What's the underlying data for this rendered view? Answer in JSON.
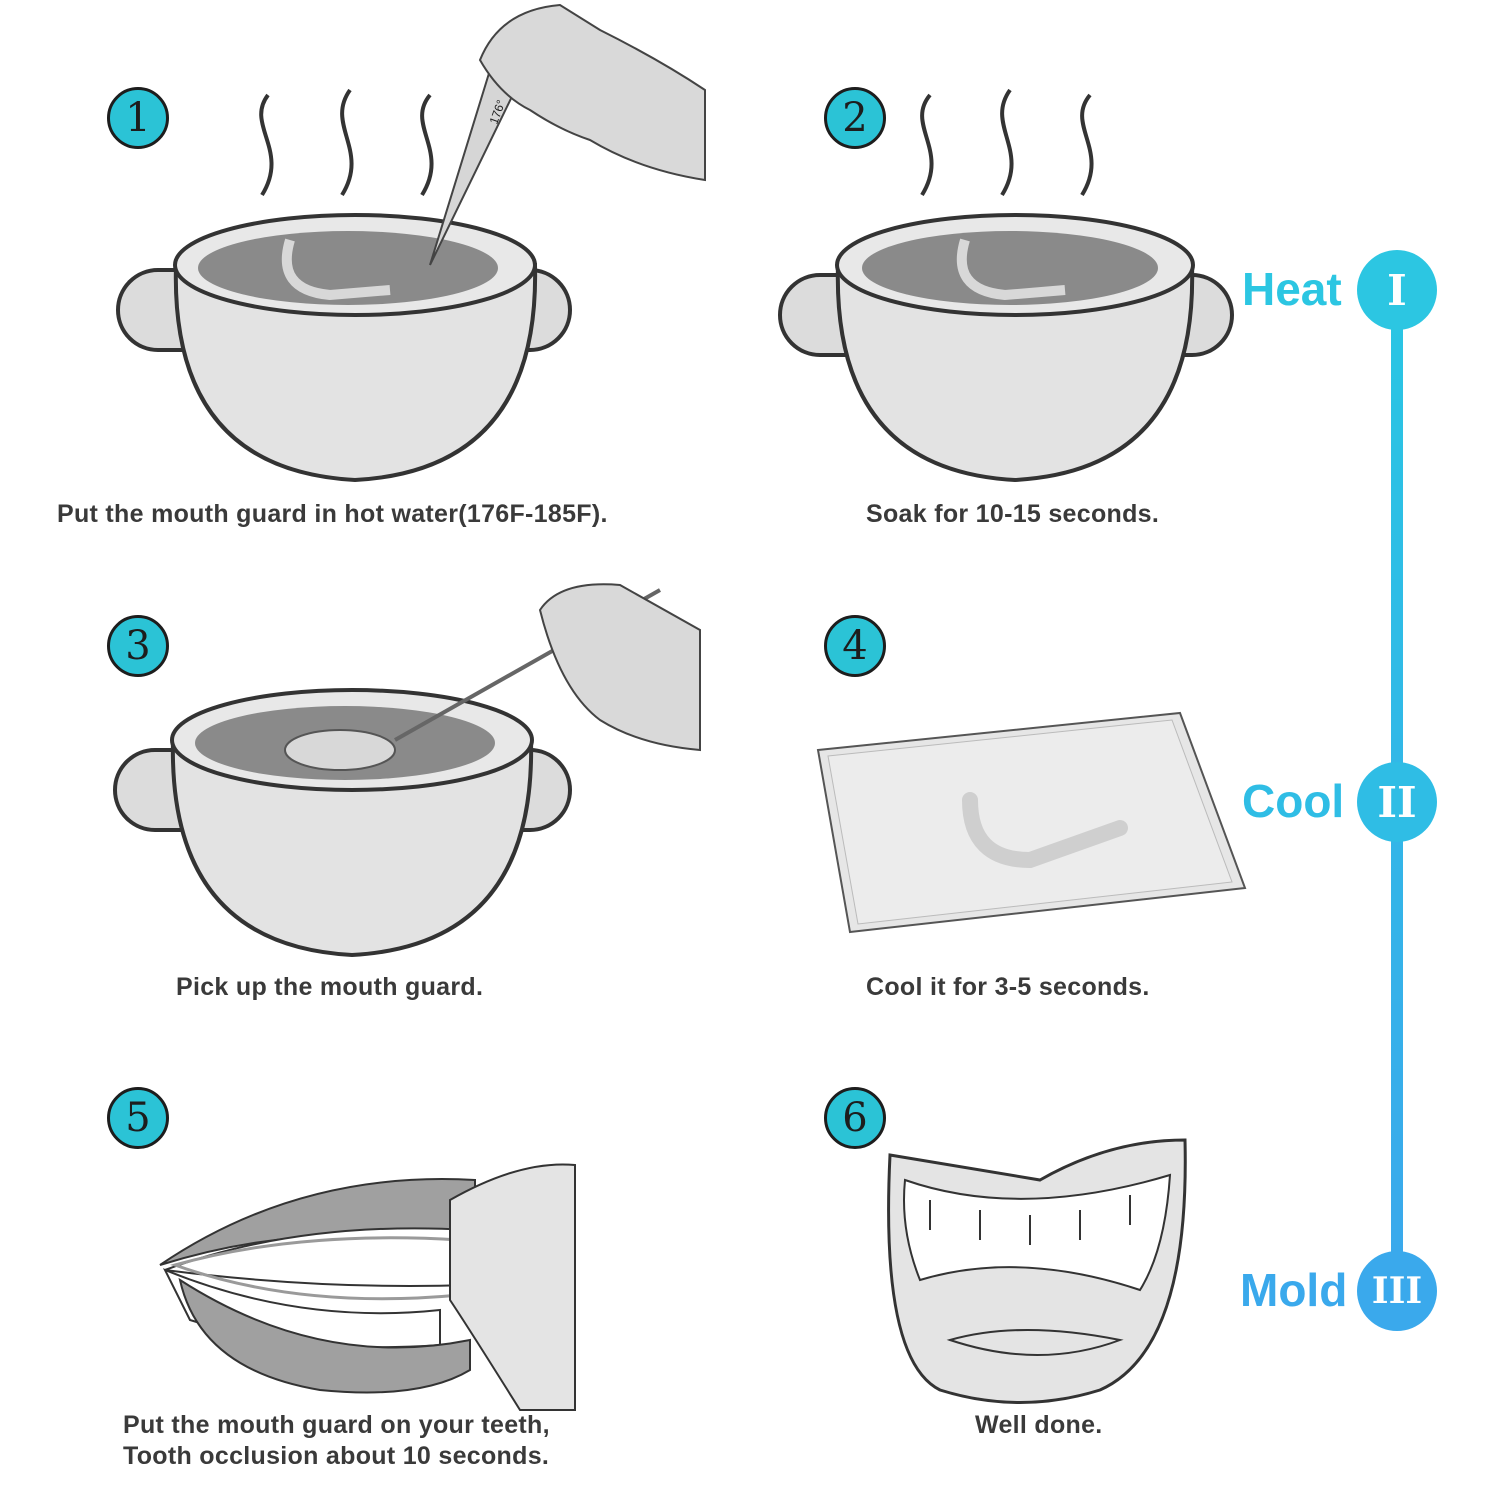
{
  "steps": [
    {
      "number": "1",
      "caption": "Put the mouth guard in hot water(176F-185F)."
    },
    {
      "number": "2",
      "caption": "Soak for 10-15 seconds."
    },
    {
      "number": "3",
      "caption": "Pick up the mouth guard."
    },
    {
      "number": "4",
      "caption": "Cool it for 3-5 seconds."
    },
    {
      "number": "5",
      "caption_line1": "Put the mouth guard on your teeth,",
      "caption_line2": "Tooth occlusion about 10 seconds."
    },
    {
      "number": "6",
      "caption": "Well done."
    }
  ],
  "thermometer_label": "176°",
  "phases": [
    {
      "label": "Heat",
      "numeral": "I",
      "color": "#2cc6e2"
    },
    {
      "label": "Cool",
      "numeral": "II",
      "color": "#2fbde5"
    },
    {
      "label": "Mold",
      "numeral": "III",
      "color": "#3aa9ec"
    }
  ],
  "colors": {
    "badge": "#2bc3d6",
    "water": "#8a8a8a",
    "pot": "#e3e3e3",
    "outline": "#333333"
  }
}
